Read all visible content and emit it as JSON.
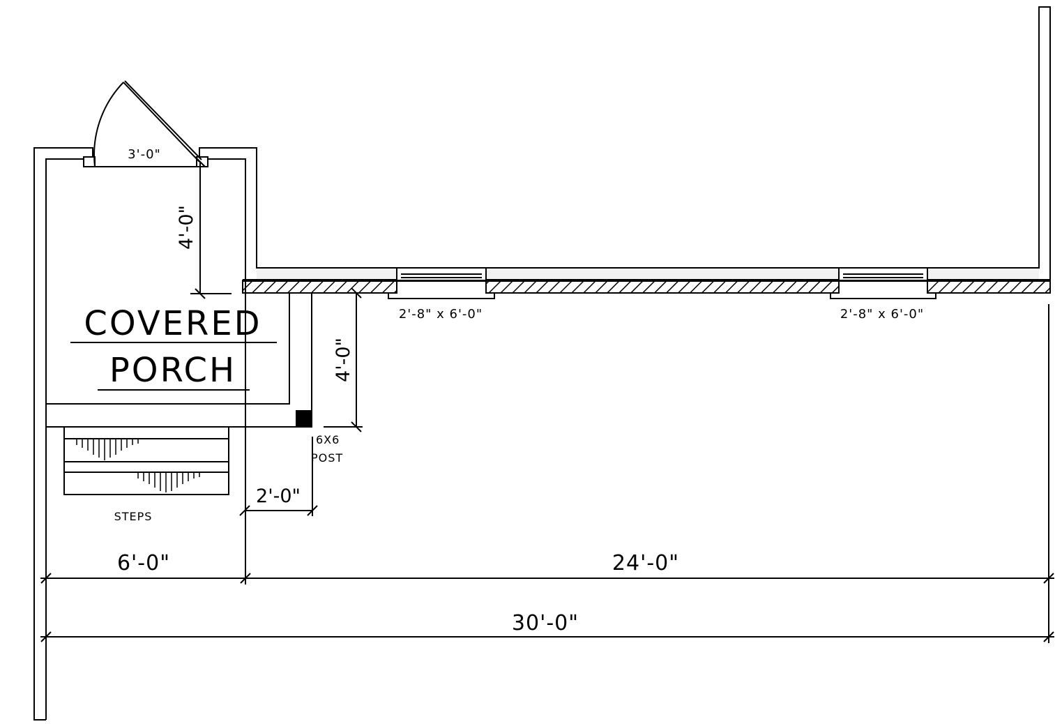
{
  "labels": {
    "room_line1": "COVERED",
    "room_line2": "PORCH",
    "door_width": "3'-0\"",
    "porch_depth": "4'-0\"",
    "post_offset": "4'-0\"",
    "post_label_line1": "6X6",
    "post_label_line2": "POST",
    "post_spacing": "2'-0\"",
    "steps": "STEPS",
    "window_left": "2'-8\" x 6'-0\"",
    "window_right": "2'-8\" x 6'-0\"",
    "dim_porch_width": "6'-0\"",
    "dim_house_width": "24'-0\"",
    "dim_total_width": "30'-0\""
  },
  "colors": {
    "line": "#000000",
    "background": "#ffffff",
    "wall_fill": "#f2f2f2"
  }
}
